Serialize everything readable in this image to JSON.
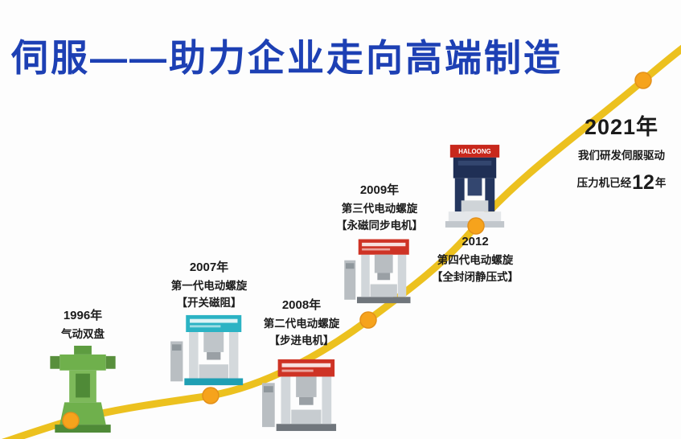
{
  "page": {
    "title": "伺服——助力企业走向高端制造",
    "title_color": "#1d40b4",
    "curve_color": "#ecc11f",
    "dot_color": "#f6a31c"
  },
  "milestones": [
    {
      "id": "1996",
      "year": "1996年",
      "line1": "气动双盘"
    },
    {
      "id": "2007",
      "year": "2007年",
      "line1": "第一代电动螺旋",
      "line2": "【开关磁阻】"
    },
    {
      "id": "2008",
      "year": "2008年",
      "line1": "第二代电动螺旋",
      "line2": "【步进电机】"
    },
    {
      "id": "2009",
      "year": "2009年",
      "line1": "第三代电动螺旋",
      "line2": "【永磁同步电机】"
    },
    {
      "id": "2012",
      "year": "2012",
      "line1": "第四代电动螺旋",
      "line2": "【全封闭静压式】",
      "brand": "HALOONG"
    },
    {
      "id": "2021",
      "year": "2021年",
      "line1": "我们研发伺服驱动",
      "line2_prefix": "压力机已经",
      "line2_num": "12",
      "line2_suffix": "年"
    }
  ]
}
